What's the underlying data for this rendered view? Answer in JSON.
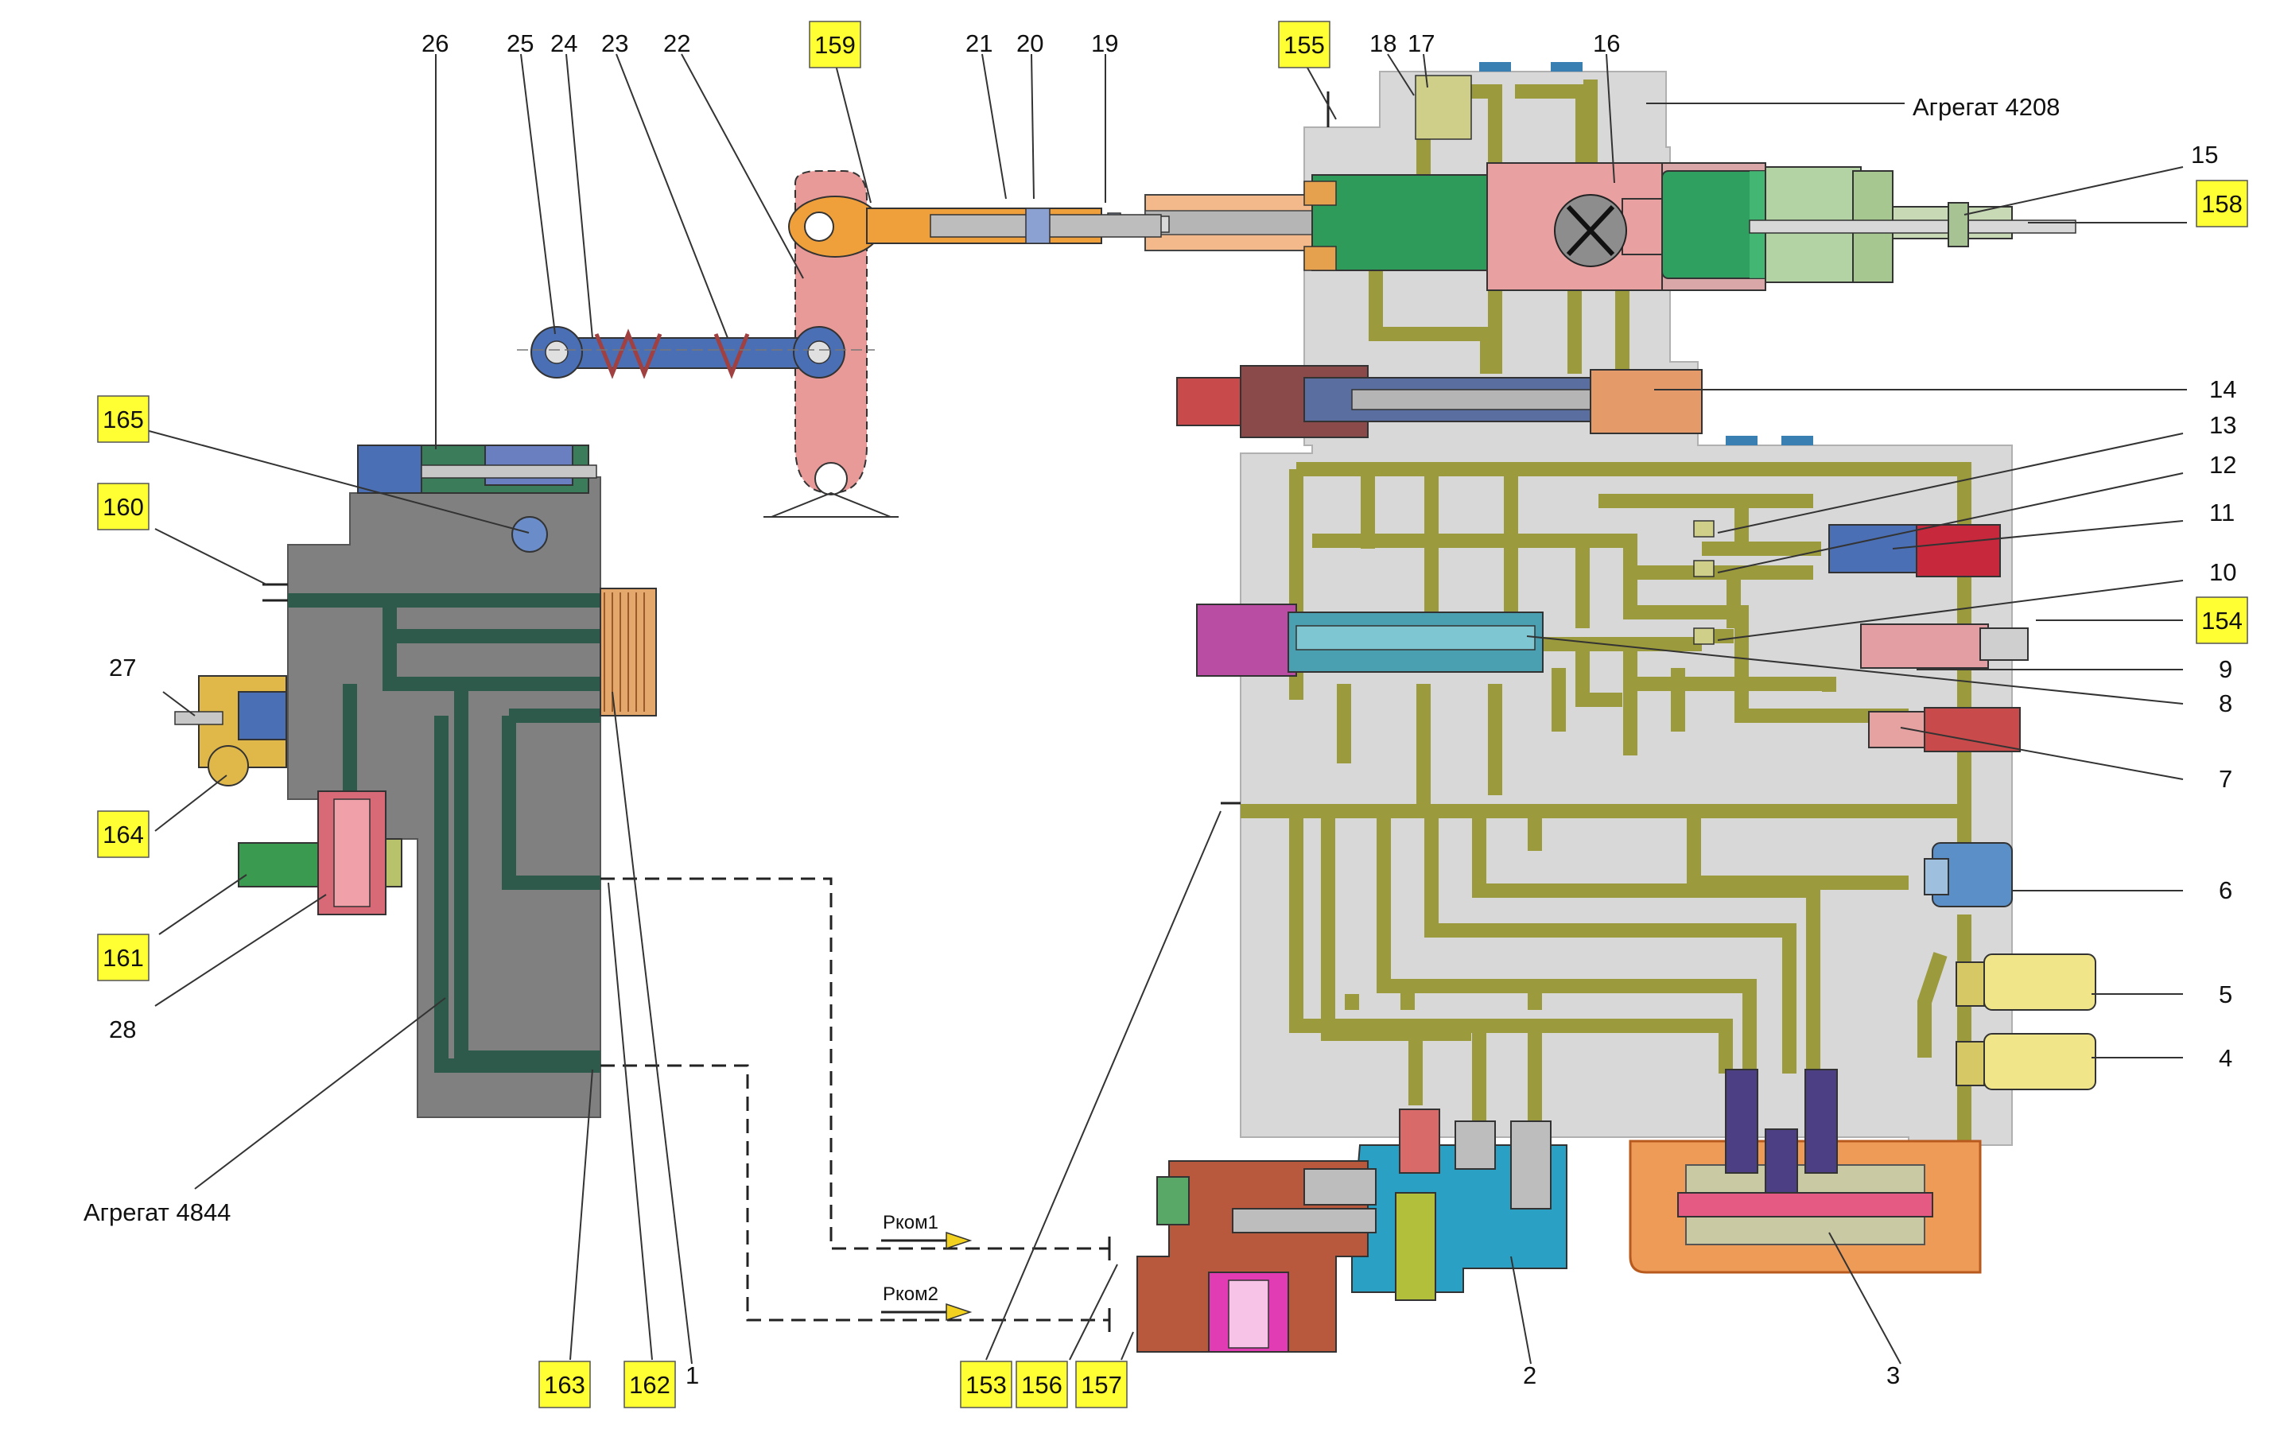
{
  "agg4208": "Агрегат 4208",
  "agg4844": "Агрегат 4844",
  "pkom1": "Pком1",
  "pkom2": "Pком2",
  "labels": {
    "n1": "1",
    "n2": "2",
    "n3": "3",
    "n4": "4",
    "n5": "5",
    "n6": "6",
    "n7": "7",
    "n8": "8",
    "n9": "9",
    "n10": "10",
    "n11": "11",
    "n12": "12",
    "n13": "13",
    "n14": "14",
    "n15": "15",
    "n16": "16",
    "n17": "17",
    "n18": "18",
    "n19": "19",
    "n20": "20",
    "n21": "21",
    "n22": "22",
    "n23": "23",
    "n24": "24",
    "n25": "25",
    "n26": "26",
    "n27": "27",
    "n28": "28"
  },
  "tags": {
    "t153": "153",
    "t154": "154",
    "t155": "155",
    "t156": "156",
    "t157": "157",
    "t158": "158",
    "t159": "159",
    "t160": "160",
    "t161": "161",
    "t162": "162",
    "t163": "163",
    "t164": "164",
    "t165": "165"
  },
  "colors": {
    "housing": "#d8d8d8",
    "channel": "#9b9a3c",
    "left_block": "#808080",
    "green_piston": "#2fa060",
    "pink_lever": "#e89a98",
    "blue_link": "#4a6fb5",
    "tag_fill": "#ffff33"
  }
}
